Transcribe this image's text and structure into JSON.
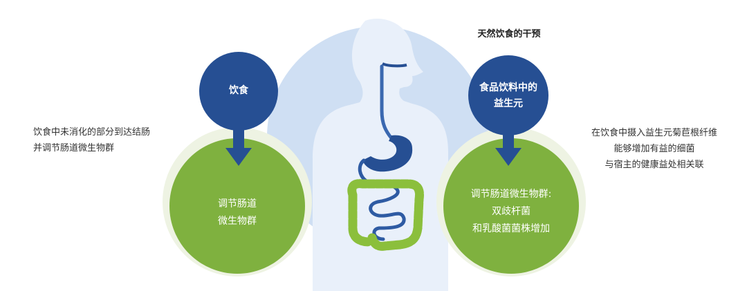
{
  "heading": "天然饮食的干预",
  "left": {
    "node_top": "饮食",
    "node_bottom": "调节肠道\n微生物群",
    "side_text": "饮食中未消化的部分到达结肠\n并调节肠道微生物群"
  },
  "right": {
    "node_top": "食品饮料中的\n益生元",
    "node_bottom": "调节肠道微生物群:\n双歧杆菌\n和乳酸菌菌株增加",
    "side_text": "在饮食中摄入益生元菊苣根纤维\n能够增加有益的细菌\n与宿主的健康益处相关联"
  },
  "colors": {
    "dark_blue": "#264f93",
    "light_blue_circle": "#cfdff3",
    "body_silhouette": "#e7eef9",
    "green": "#7fb13f",
    "pale_green_ring": "#eef3e3",
    "intestine_green": "#8bbf3c"
  }
}
